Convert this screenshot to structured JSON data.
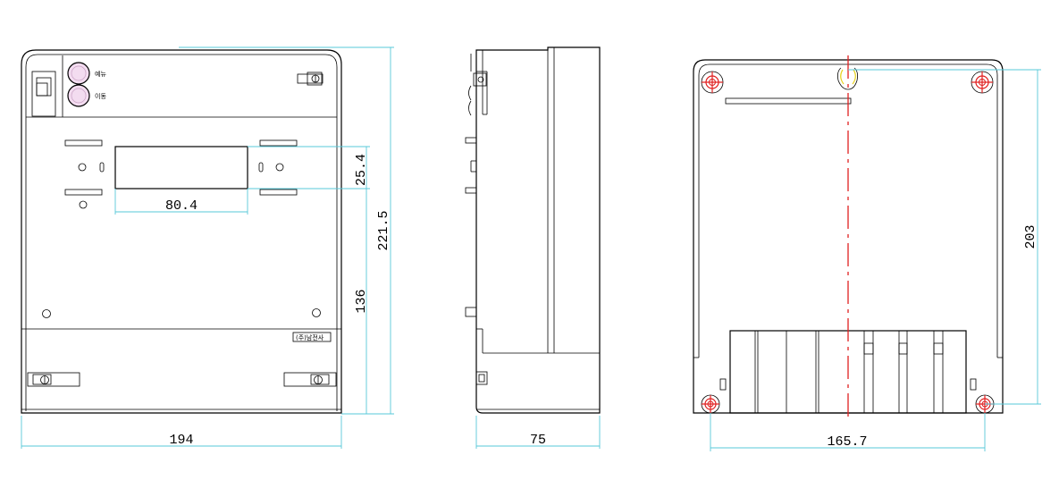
{
  "front_view": {
    "button_labels": [
      "예뉴",
      "이동"
    ],
    "nameplate": "(주)남전사"
  },
  "dimensions": {
    "display_height": "25.4",
    "display_width": "80.4",
    "total_height": "221.5",
    "mount_height": "136",
    "total_width": "194",
    "depth": "75",
    "hole_spacing_vertical": "203",
    "hole_spacing_horizontal": "165.7"
  },
  "colors": {
    "outline": "#000000",
    "dimension_line": "#57c8d8",
    "centerline": "#e02020",
    "button_fill": "#f3dcf0"
  }
}
